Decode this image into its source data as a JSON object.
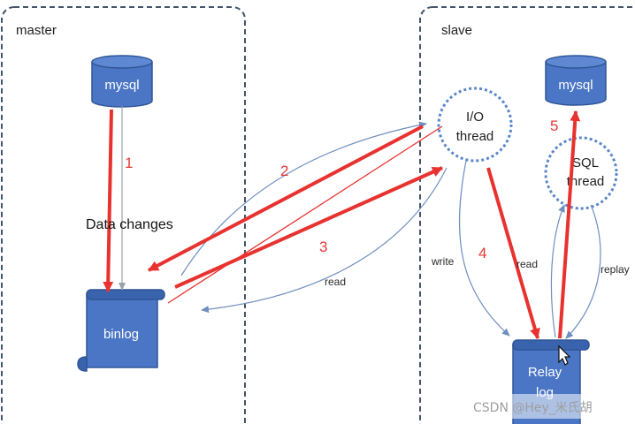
{
  "zones": {
    "master": "master",
    "slave": "slave"
  },
  "nodes": {
    "master_db": "mysql",
    "slave_db": "mysql",
    "binlog": "binlog",
    "relay_log_line1": "Relay",
    "relay_log_line2": "log",
    "io_thread_line1": "I/O",
    "io_thread_line2": "thread",
    "sql_thread_line1": "SQL",
    "sql_thread_line2": "thread"
  },
  "labels": {
    "data_changes": "Data changes",
    "read_master": "read",
    "write": "write",
    "read_relay": "read",
    "replay": "replay"
  },
  "steps": [
    "1",
    "2",
    "3",
    "4",
    "5"
  ],
  "watermark": "CSDN @Hey_米氏胡",
  "colors": {
    "node_fill": "#4a76c5",
    "node_fill_dark": "#3a63ad",
    "node_stroke": "#2f5597",
    "zone_border": "#44546a",
    "thread_border": "#5b87c8",
    "edge_blue": "#6f8fbf",
    "arrow_red": "#e8322f",
    "step_text": "#e53935"
  }
}
